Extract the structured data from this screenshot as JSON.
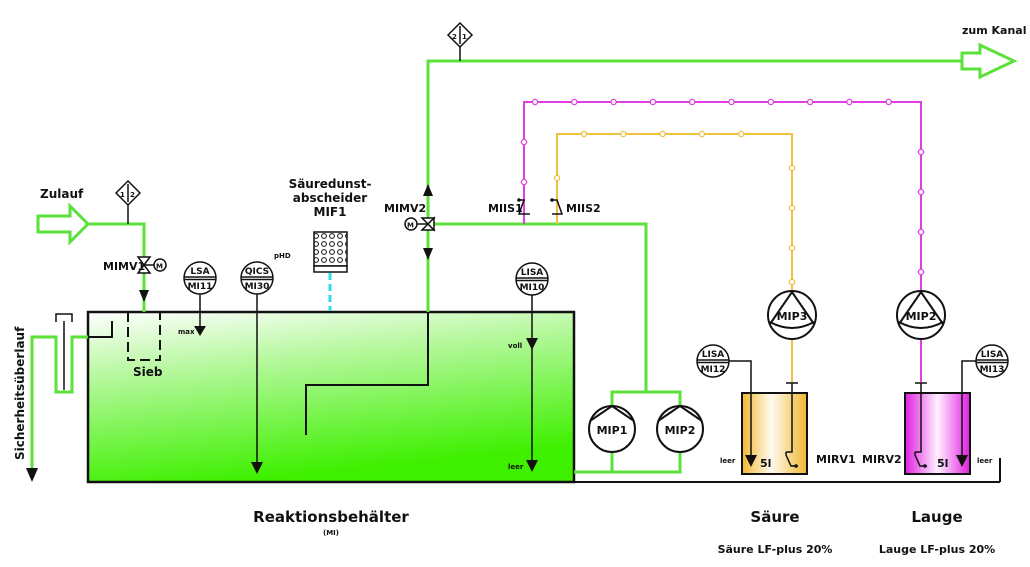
{
  "diagram": {
    "title": "Reaktionsbehälter",
    "subtitle": "(MI)",
    "colors": {
      "main_pipe": "#5be23a",
      "acid_line": "#f0c040",
      "base_line": "#e040e0",
      "vent_line": "#30d8e8",
      "tank_fill": "#3ef000"
    },
    "labels": {
      "inlet": "Zulauf",
      "outlet": "zum Kanal",
      "overflow": "Sicherheitsüberlauf",
      "sieve": "Sieb",
      "scrubber_line1": "Säuredunst-",
      "scrubber_line2": "abscheider",
      "scrubber_line3": "MIF1",
      "ph_note": "pHD",
      "max": "max",
      "voll": "voll",
      "leer": "leer",
      "acid_leer": "leer",
      "base_leer": "leer",
      "acid_volume": "5l",
      "base_volume": "5l",
      "acid_title": "Säure",
      "acid_desc": "Säure LF-plus 20%",
      "base_title": "Lauge",
      "base_desc": "Lauge LF-plus 20%"
    },
    "valves": {
      "inlet_valve": "MIMV1",
      "three_way_valve": "MIMV2",
      "acid_suction": "MIRV1",
      "base_suction": "MIRV2",
      "check_valve_1": "MIIS1",
      "check_valve_2": "MIIS2",
      "motor": "M"
    },
    "pumps": {
      "circ_1": "MIP1",
      "circ_2": "MIP2",
      "acid_pump": "MIP3",
      "base_pump": "MIP2"
    },
    "instruments": [
      {
        "top": "LSA",
        "bottom": "MI11"
      },
      {
        "top": "QICS",
        "bottom": "MI30"
      },
      {
        "top": "LISA",
        "bottom": "MI10"
      },
      {
        "top": "LISA",
        "bottom": "MI12"
      },
      {
        "top": "LISA",
        "bottom": "MI13"
      }
    ],
    "interlocks": {
      "inlet_tag_a": "1",
      "inlet_tag_b": "2",
      "outlet_tag_a": "2",
      "outlet_tag_b": "1"
    }
  }
}
